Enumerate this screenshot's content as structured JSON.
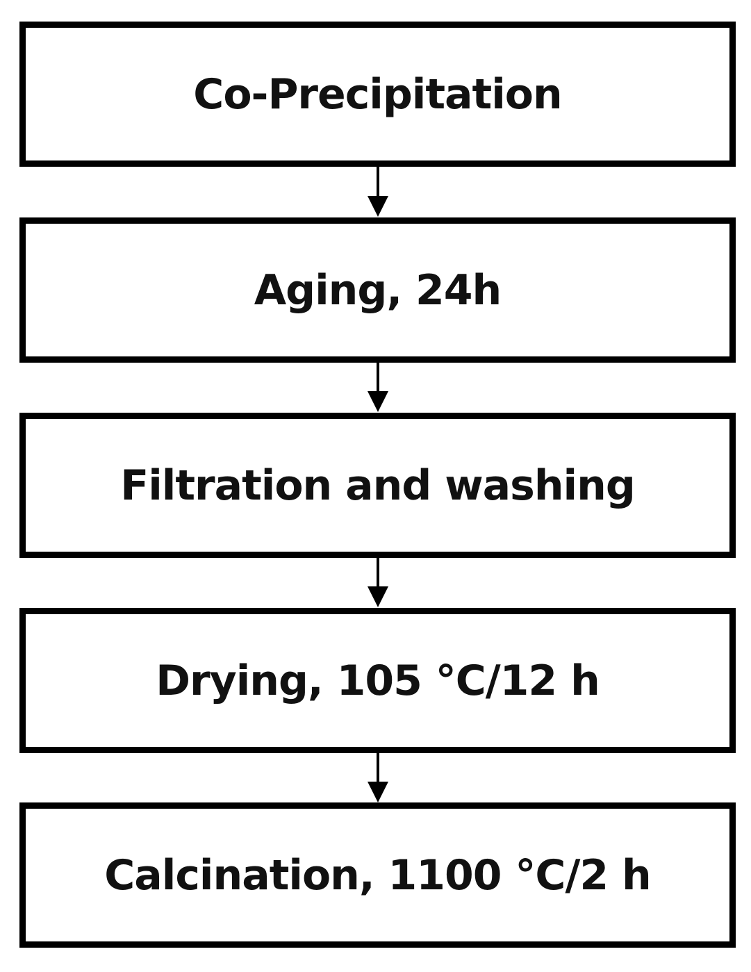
{
  "diagram": {
    "steps": [
      {
        "label": "Co-Precipitation"
      },
      {
        "label": "Aging, 24h"
      },
      {
        "label": "Filtration and washing"
      },
      {
        "label": "Drying, 105 °C/12 h"
      },
      {
        "label": "Calcination, 1100 °C/2 h"
      }
    ],
    "edges": [
      {
        "from": 0,
        "to": 1
      },
      {
        "from": 1,
        "to": 2
      },
      {
        "from": 2,
        "to": 3
      },
      {
        "from": 3,
        "to": 4
      }
    ],
    "colors": {
      "border": "#000000",
      "text": "#111111",
      "background": "#ffffff"
    }
  }
}
